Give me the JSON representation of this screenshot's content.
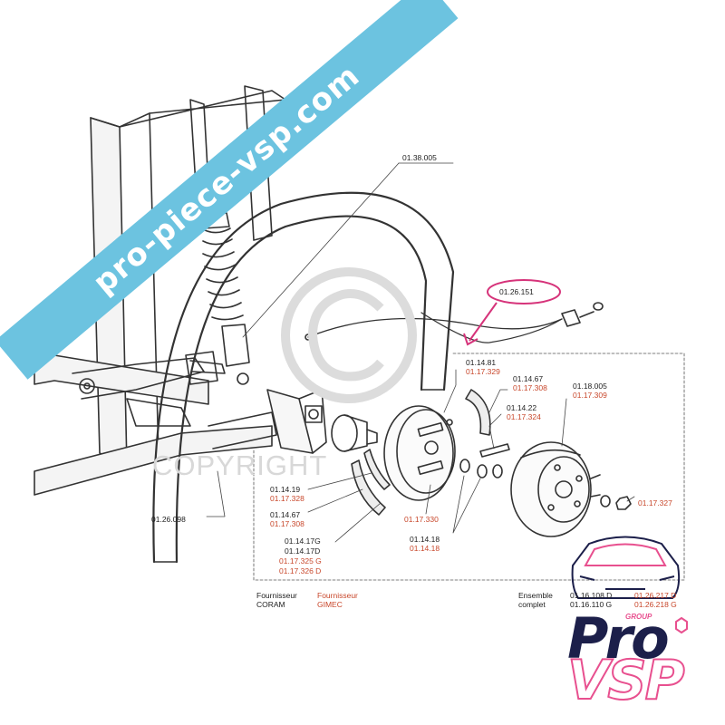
{
  "watermarks": {
    "banner_text": "pro-piece-vsp.com",
    "copyright_text": "COPYRIGHT"
  },
  "labels": {
    "p_01_38_005": "01.38.005",
    "p_01_26_151": "01.26.151",
    "p_01_26_098": "01.26.098",
    "p_01_14_81": "01.14.81",
    "p_01_17_329": "01.17.329",
    "p_01_14_67a": "01.14.67",
    "p_01_17_308a": "01.17.308",
    "p_01_14_22": "01.14.22",
    "p_01_17_324": "01.17.324",
    "p_01_18_005": "01.18.005",
    "p_01_17_309": "01.17.309",
    "p_01_17_327": "01.17.327",
    "p_01_14_19": "01.14.19",
    "p_01_17_328": "01.17.328",
    "p_01_14_67b": "01.14.67",
    "p_01_17_308b": "01.17.308",
    "p_01_17_330": "01.17.330",
    "p_01_14_17G": "01.14.17G",
    "p_01_14_17D": "01.14.17D",
    "p_01_17_325G": "01.17.325 G",
    "p_01_17_326D": "01.17.326 D",
    "p_01_14_18a": "01.14.18",
    "p_01_14_18b": "01.14.18",
    "fournisseur_coram_1": "Fournisseur",
    "fournisseur_coram_2": "CORAM",
    "fournisseur_gimec_1": "Fournisseur",
    "fournisseur_gimec_2": "GIMEC",
    "ensemble_1": "Ensemble",
    "ensemble_2": "complet",
    "p_01_16_108D": "01.16.108 D",
    "p_01_16_110G": "01.16.110 G",
    "p_01_26_217D": "01.26.217 D",
    "p_01_26_218G": "01.26.218 G"
  },
  "logo": {
    "pro": "Pro",
    "vsp": "VSP",
    "group": "GROUP"
  },
  "colors": {
    "banner": "#6cc3e0",
    "red_ref": "#c8472b",
    "highlight": "#d6337a",
    "logo_navy": "#1c1f4a",
    "logo_pink": "#e8508f"
  }
}
